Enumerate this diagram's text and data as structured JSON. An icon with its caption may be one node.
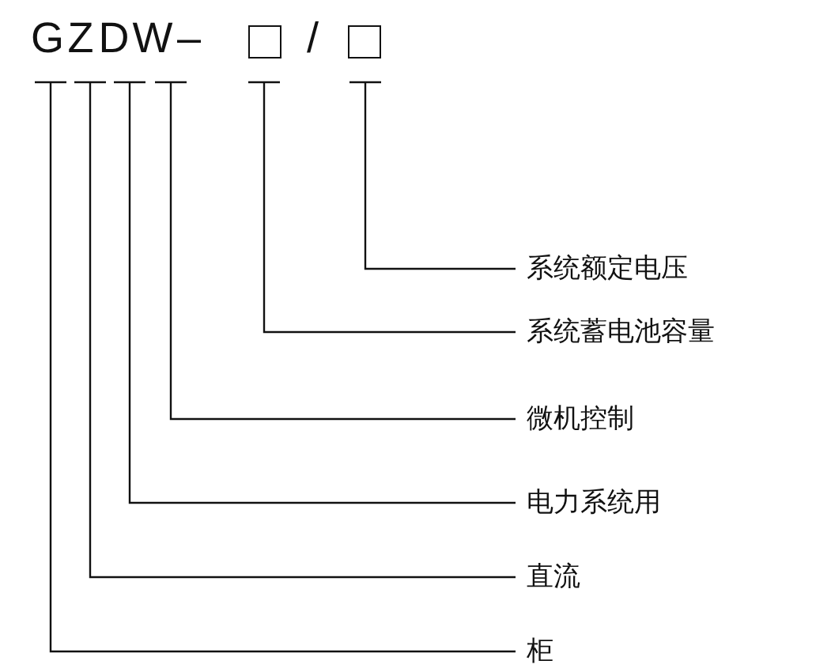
{
  "diagram": {
    "nodes": [
      {
        "text": [
          "G"
        ]
      },
      {
        "text": [
          "Z"
        ]
      },
      {
        "text": [
          "D"
        ]
      },
      {
        "text": [
          "W"
        ]
      },
      {
        "text": [],
        "shape": "box"
      },
      {
        "text": [],
        "shape": "box"
      },
      {
        "text": [
          "系统额定电压"
        ]
      },
      {
        "text": [
          "系统蓄电池容量"
        ]
      },
      {
        "text": [
          "微机控制"
        ]
      },
      {
        "text": [
          "电力系统用"
        ]
      },
      {
        "text": [
          "直流"
        ]
      },
      {
        "text": [
          "柜"
        ]
      }
    ],
    "edges": [
      {
        "from": 6,
        "to": 5,
        "arrow": "none"
      },
      {
        "from": 7,
        "to": 4,
        "arrow": "none"
      },
      {
        "from": 8,
        "to": 3,
        "arrow": "none"
      },
      {
        "from": 9,
        "to": 2,
        "arrow": "none"
      },
      {
        "from": 10,
        "to": 1,
        "arrow": "none"
      },
      {
        "from": 11,
        "to": 0,
        "arrow": "none"
      }
    ],
    "labels": [
      "–",
      "/"
    ]
  }
}
